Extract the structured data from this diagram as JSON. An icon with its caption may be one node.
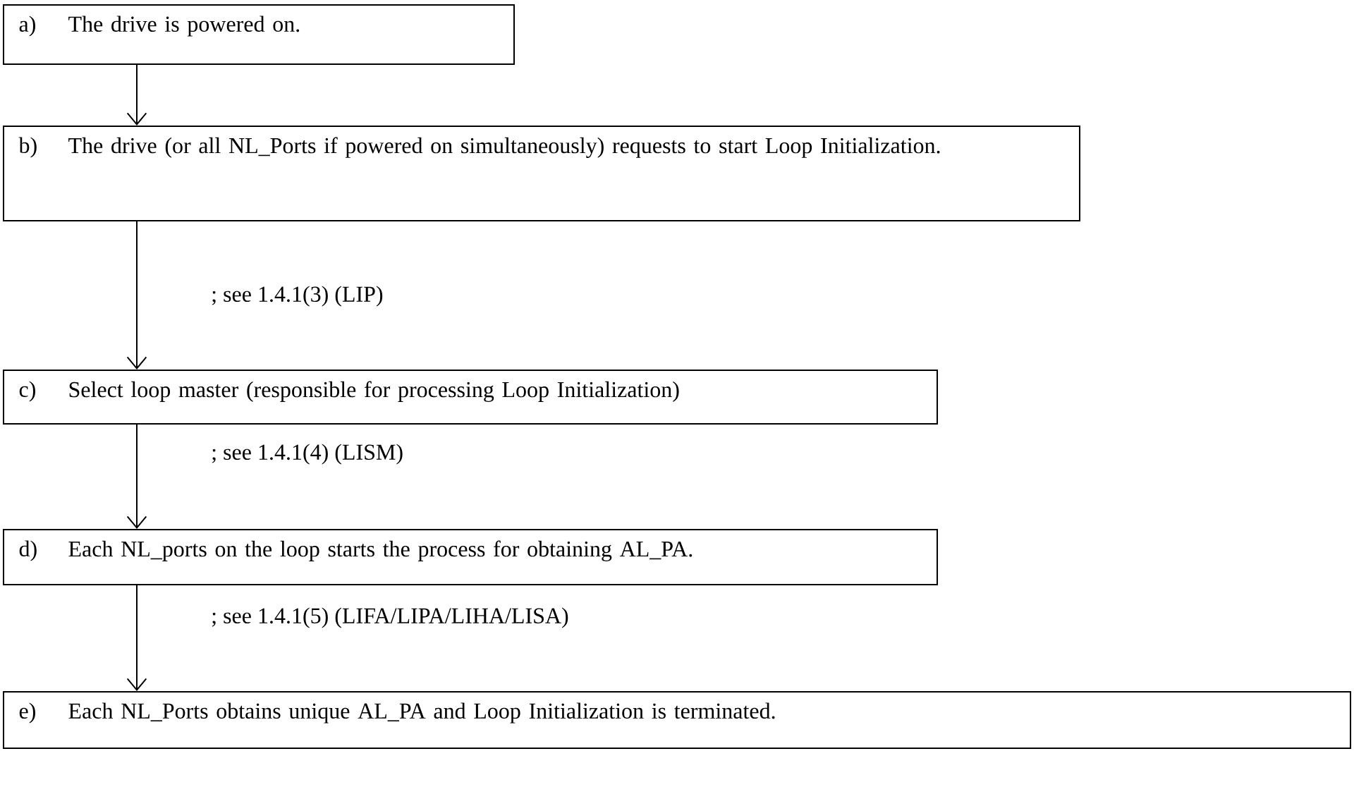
{
  "diagram": {
    "nodes": [
      {
        "text": [
          "a)",
          "The drive is powered on."
        ]
      },
      {
        "text": [
          "b)",
          "The drive (or all NL_Ports if powered on simultaneously) requests to start Loop Initialization."
        ]
      },
      {
        "text": [
          "c)",
          "Select loop master (responsible for processing Loop Initialization)"
        ]
      },
      {
        "text": [
          "d)",
          "Each NL_ports on the loop starts the process for obtaining AL_PA."
        ]
      },
      {
        "text": [
          "e)",
          "Each NL_Ports obtains unique AL_PA and Loop Initialization is terminated."
        ]
      }
    ],
    "edges": [
      {
        "from": 0,
        "to": 1,
        "arrow": "to"
      },
      {
        "from": 1,
        "to": 2,
        "arrow": "to",
        "label": "; see 1.4.1(3) (LIP)"
      },
      {
        "from": 2,
        "to": 3,
        "arrow": "to",
        "label": "; see 1.4.1(4) (LISM)"
      },
      {
        "from": 3,
        "to": 4,
        "arrow": "to",
        "label": "; see 1.4.1(5) (LIFA/LIPA/LIHA/LISA)"
      }
    ]
  }
}
